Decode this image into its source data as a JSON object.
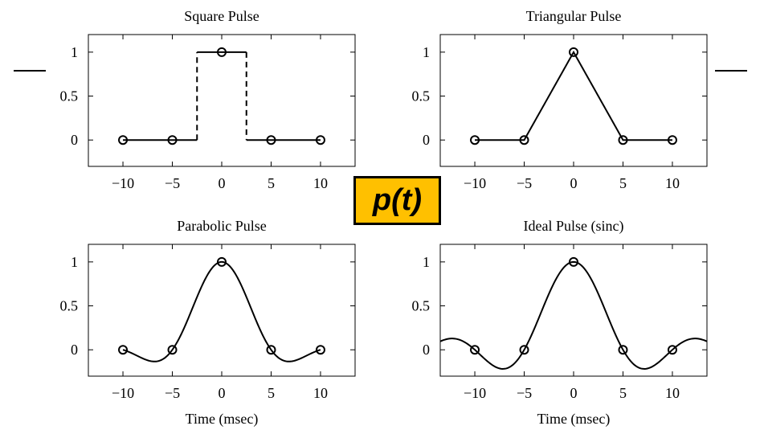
{
  "center_label": "p(t)",
  "colors": {
    "label_fill": "#FFC000",
    "ink": "#000000"
  },
  "chart_data": [
    {
      "type": "line",
      "title": "Square Pulse",
      "xlabel": "",
      "xlim": [
        -13.5,
        13.5
      ],
      "ylim": [
        -0.3,
        1.2
      ],
      "xticks": [
        -10,
        -5,
        0,
        5,
        10
      ],
      "xtick_labels": [
        "−10",
        "−5",
        "0",
        "5",
        "10"
      ],
      "yticks": [
        0,
        0.5,
        1
      ],
      "ytick_labels": [
        "0",
        "0.5",
        "1"
      ],
      "curve": "square",
      "samples": {
        "x": [
          -10,
          -5,
          0,
          5,
          10
        ],
        "y": [
          0,
          0,
          1,
          0,
          0
        ]
      }
    },
    {
      "type": "line",
      "title": "Triangular Pulse",
      "xlabel": "",
      "xlim": [
        -13.5,
        13.5
      ],
      "ylim": [
        -0.3,
        1.2
      ],
      "xticks": [
        -10,
        -5,
        0,
        5,
        10
      ],
      "xtick_labels": [
        "−10",
        "−5",
        "0",
        "5",
        "10"
      ],
      "yticks": [
        0,
        0.5,
        1
      ],
      "ytick_labels": [
        "0",
        "0.5",
        "1"
      ],
      "curve": "triangle",
      "samples": {
        "x": [
          -10,
          -5,
          0,
          5,
          10
        ],
        "y": [
          0,
          0,
          1,
          0,
          0
        ]
      }
    },
    {
      "type": "line",
      "title": "Parabolic Pulse",
      "xlabel": "Time (msec)",
      "xlim": [
        -13.5,
        13.5
      ],
      "ylim": [
        -0.3,
        1.2
      ],
      "xticks": [
        -10,
        -5,
        0,
        5,
        10
      ],
      "xtick_labels": [
        "−10",
        "−5",
        "0",
        "5",
        "10"
      ],
      "yticks": [
        0,
        0.5,
        1
      ],
      "ytick_labels": [
        "0",
        "0.5",
        "1"
      ],
      "curve": "parabolic",
      "samples": {
        "x": [
          -10,
          -5,
          0,
          5,
          10
        ],
        "y": [
          0,
          0,
          1,
          0,
          0
        ]
      }
    },
    {
      "type": "line",
      "title": "Ideal Pulse  (sinc)",
      "xlabel": "Time (msec)",
      "xlim": [
        -13.5,
        13.5
      ],
      "ylim": [
        -0.3,
        1.2
      ],
      "xticks": [
        -10,
        -5,
        0,
        5,
        10
      ],
      "xtick_labels": [
        "−10",
        "−5",
        "0",
        "5",
        "10"
      ],
      "yticks": [
        0,
        0.5,
        1
      ],
      "ytick_labels": [
        "0",
        "0.5",
        "1"
      ],
      "curve": "sinc",
      "samples": {
        "x": [
          -10,
          -5,
          0,
          5,
          10
        ],
        "y": [
          0,
          0,
          1,
          0,
          0
        ]
      }
    }
  ]
}
